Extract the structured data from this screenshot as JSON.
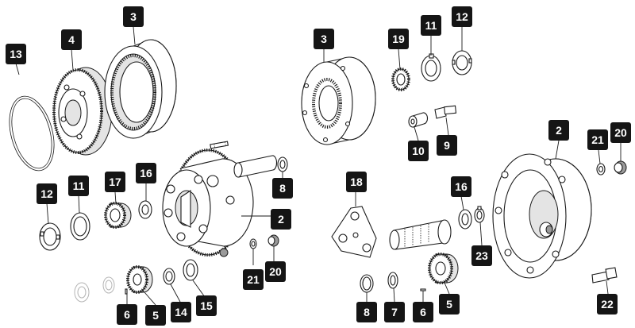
{
  "callouts": {
    "left": {
      "c13": "13",
      "c4": "4",
      "c3": "3",
      "c12": "12",
      "c11": "11",
      "c17": "17",
      "c16": "16",
      "c8": "8",
      "c2": "2",
      "c21": "21",
      "c20": "20",
      "c6": "6",
      "c5": "5",
      "c14": "14",
      "c15": "15"
    },
    "right": {
      "c3": "3",
      "c19": "19",
      "c11": "11",
      "c12": "12",
      "c10": "10",
      "c9": "9",
      "c18": "18",
      "c16": "16",
      "c23": "23",
      "c2": "2",
      "c21": "21",
      "c20": "20",
      "c22": "22",
      "c8": "8",
      "c7": "7",
      "c6": "6",
      "c5": "5"
    }
  },
  "colors": {
    "badge_background": "#151515",
    "badge_text": "#ffffff",
    "line_art": "#1a1a1a",
    "shading": "#e4e4e4"
  }
}
